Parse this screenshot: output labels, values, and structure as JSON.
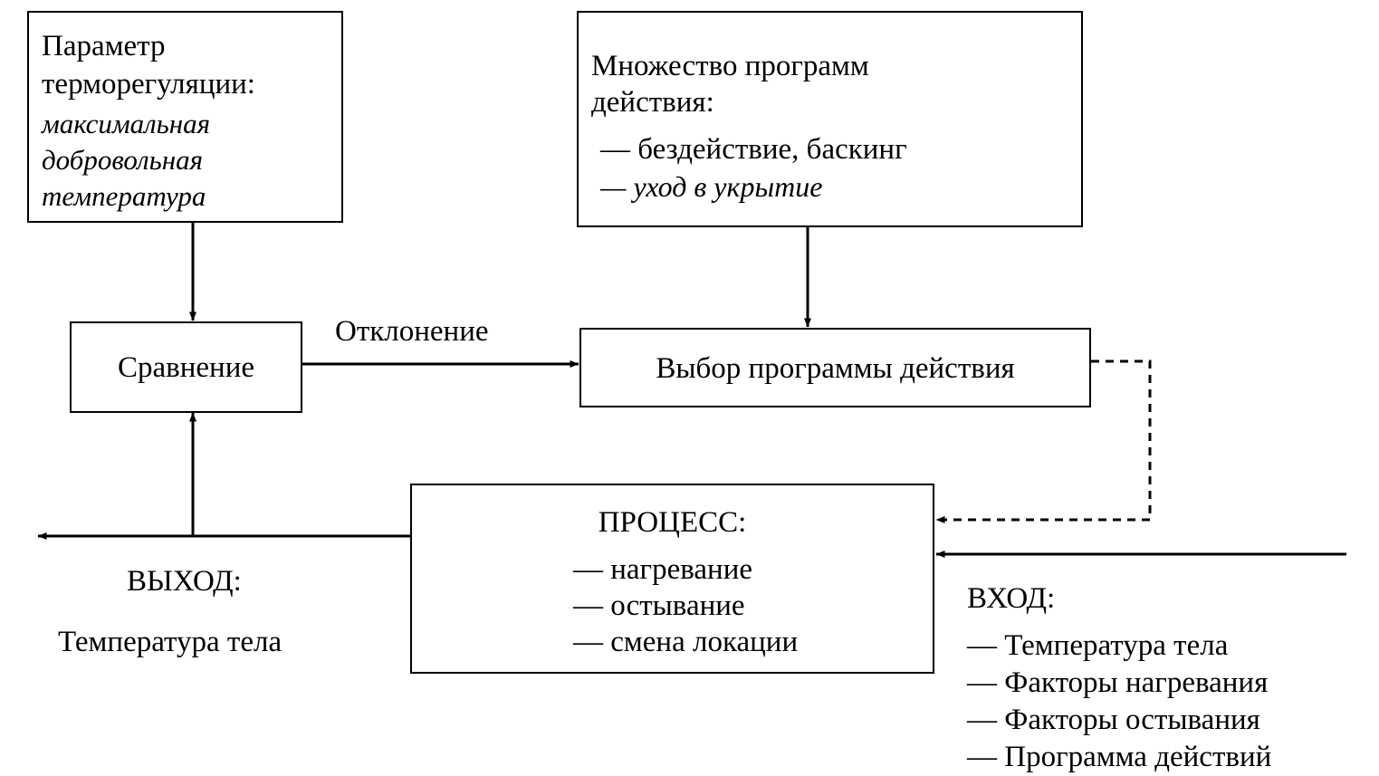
{
  "diagram": {
    "title_semantic": "thermoregulation-control-loop",
    "line_color": "#000000",
    "background": "#ffffff",
    "boxes": {
      "parameter": {
        "heading_line1": "Параметр",
        "heading_line2": "терморегуляции:",
        "italic_line1": "максимальная",
        "italic_line2": "добровольная",
        "italic_line3": "температура"
      },
      "programs": {
        "heading_line1": "Множество программ",
        "heading_line2": "действия:",
        "item1": "— бездействие, баскинг",
        "item2": "— уход в укрытие"
      },
      "comparison": {
        "label": "Сравнение"
      },
      "selection": {
        "label": "Выбор программы действия"
      },
      "process": {
        "heading": "ПРОЦЕСС:",
        "item1": "— нагревание",
        "item2": "— остывание",
        "item3": "— смена локации"
      }
    },
    "labels": {
      "deviation": "Отклонение",
      "output_heading": "ВЫХОД:",
      "output_value": "Температура тела",
      "input_heading": "ВХОД:",
      "input_item1": "— Температура тела",
      "input_item2": "— Факторы нагревания",
      "input_item3": "— Факторы остывания",
      "input_item4": "— Программа действий"
    },
    "connectors": [
      {
        "name": "parameter-to-comparison",
        "style": "solid",
        "arrow": "down"
      },
      {
        "name": "programs-to-selection",
        "style": "solid",
        "arrow": "down"
      },
      {
        "name": "comparison-to-selection",
        "style": "solid",
        "arrow": "right"
      },
      {
        "name": "selection-to-process-feedback",
        "style": "dashed",
        "arrow": "left"
      },
      {
        "name": "external-input-to-process",
        "style": "solid",
        "arrow": "left"
      },
      {
        "name": "process-to-output",
        "style": "solid",
        "arrow": "left"
      },
      {
        "name": "process-to-comparison",
        "style": "solid",
        "arrow": "up"
      }
    ]
  }
}
